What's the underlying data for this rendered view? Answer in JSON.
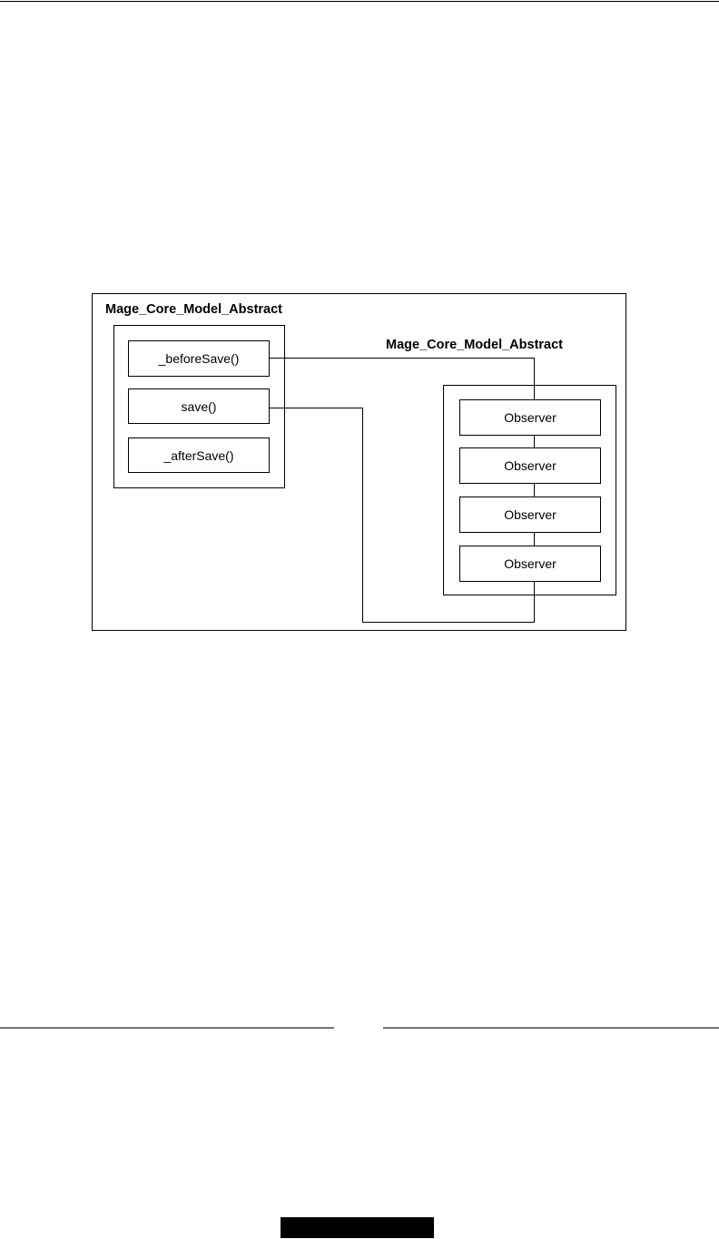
{
  "diagram": {
    "left_container_label": "Mage_Core_Model_Abstract",
    "right_container_label": "Mage_Core_Model_Abstract",
    "methods": [
      {
        "label": "_beforeSave()"
      },
      {
        "label": "save()"
      },
      {
        "label": "_afterSave()"
      }
    ],
    "observers": [
      {
        "label": "Observer"
      },
      {
        "label": "Observer"
      },
      {
        "label": "Observer"
      },
      {
        "label": "Observer"
      }
    ],
    "connections": [
      {
        "from": "_beforeSave()",
        "to": "Observer chain (top)"
      },
      {
        "from": "Observer chain (bottom)",
        "to": "save()"
      }
    ]
  }
}
